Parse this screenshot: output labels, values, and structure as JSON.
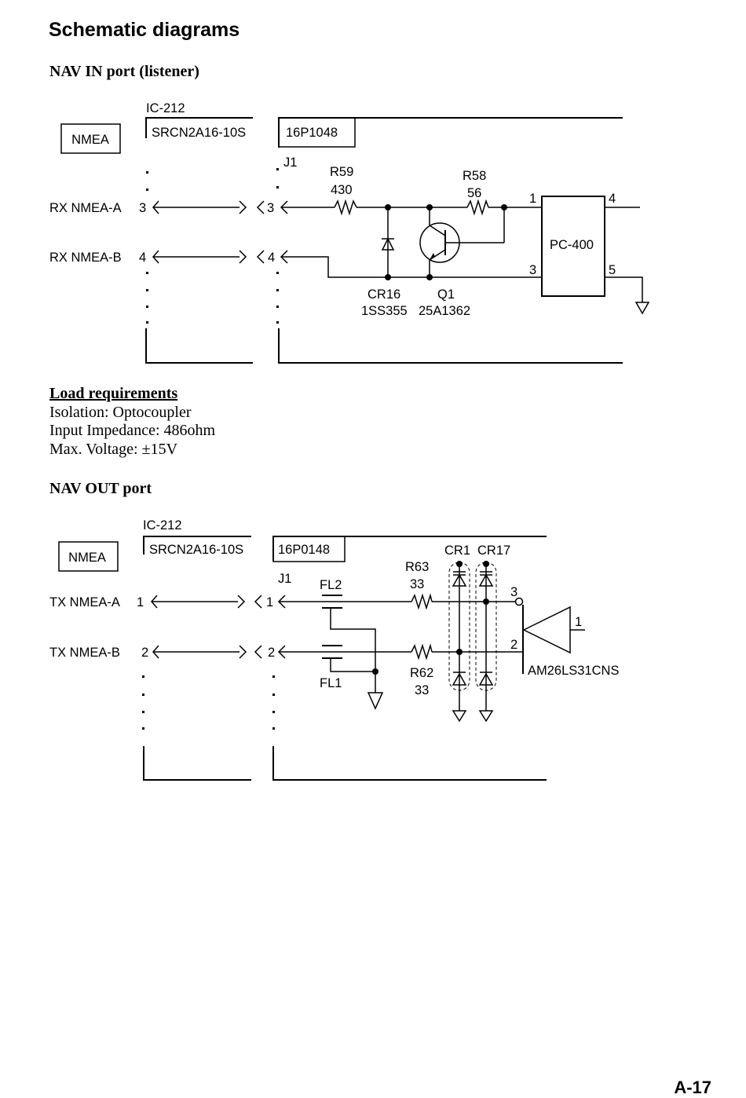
{
  "page_title": "Schematic diagrams",
  "nav_in": {
    "title": "NAV IN port (listener)",
    "ic_label": "IC-212",
    "nmea_box": "NMEA",
    "connector_left": "SRCN2A16-10S",
    "connector_right": "16P1048",
    "jack_label": "J1",
    "pins": {
      "rx_a_name": "RX NMEA-A",
      "rx_a_left_pin": "3",
      "rx_a_right_pin": "3",
      "rx_b_name": "RX NMEA-B",
      "rx_b_left_pin": "4",
      "rx_b_right_pin": "4"
    },
    "r59": {
      "ref": "R59",
      "value": "430"
    },
    "r58": {
      "ref": "R58",
      "value": "56"
    },
    "cr16": {
      "ref": "CR16",
      "part": "1SS355"
    },
    "q1": {
      "ref": "Q1",
      "part": "25A1362"
    },
    "opto": {
      "name": "PC-400",
      "pin1": "1",
      "pin3": "3",
      "pin4": "4",
      "pin5": "5"
    }
  },
  "load_requirements": {
    "heading": "Load requirements",
    "isolation": "Isolation: Optocoupler",
    "impedance": "Input Impedance: 486ohm",
    "voltage": "Max. Voltage: ±15V"
  },
  "nav_out": {
    "title": "NAV OUT port",
    "ic_label": "IC-212",
    "nmea_box": "NMEA",
    "connector_left": "SRCN2A16-10S",
    "connector_right": "16P0148",
    "jack_label": "J1",
    "pins": {
      "tx_a_name": "TX NMEA-A",
      "tx_a_left_pin": "1",
      "tx_a_right_pin": "1",
      "tx_b_name": "TX NMEA-B",
      "tx_b_left_pin": "2",
      "tx_b_right_pin": "2"
    },
    "fl2": "FL2",
    "fl1": "FL1",
    "r63": {
      "ref": "R63",
      "value": "33"
    },
    "r62": {
      "ref": "R62",
      "value": "33"
    },
    "cr1": "CR1",
    "cr17": "CR17",
    "driver": {
      "name": "AM26LS31CNS",
      "pin1": "1",
      "pin2": "2",
      "pin3": "3"
    }
  },
  "page_number": "A-17"
}
